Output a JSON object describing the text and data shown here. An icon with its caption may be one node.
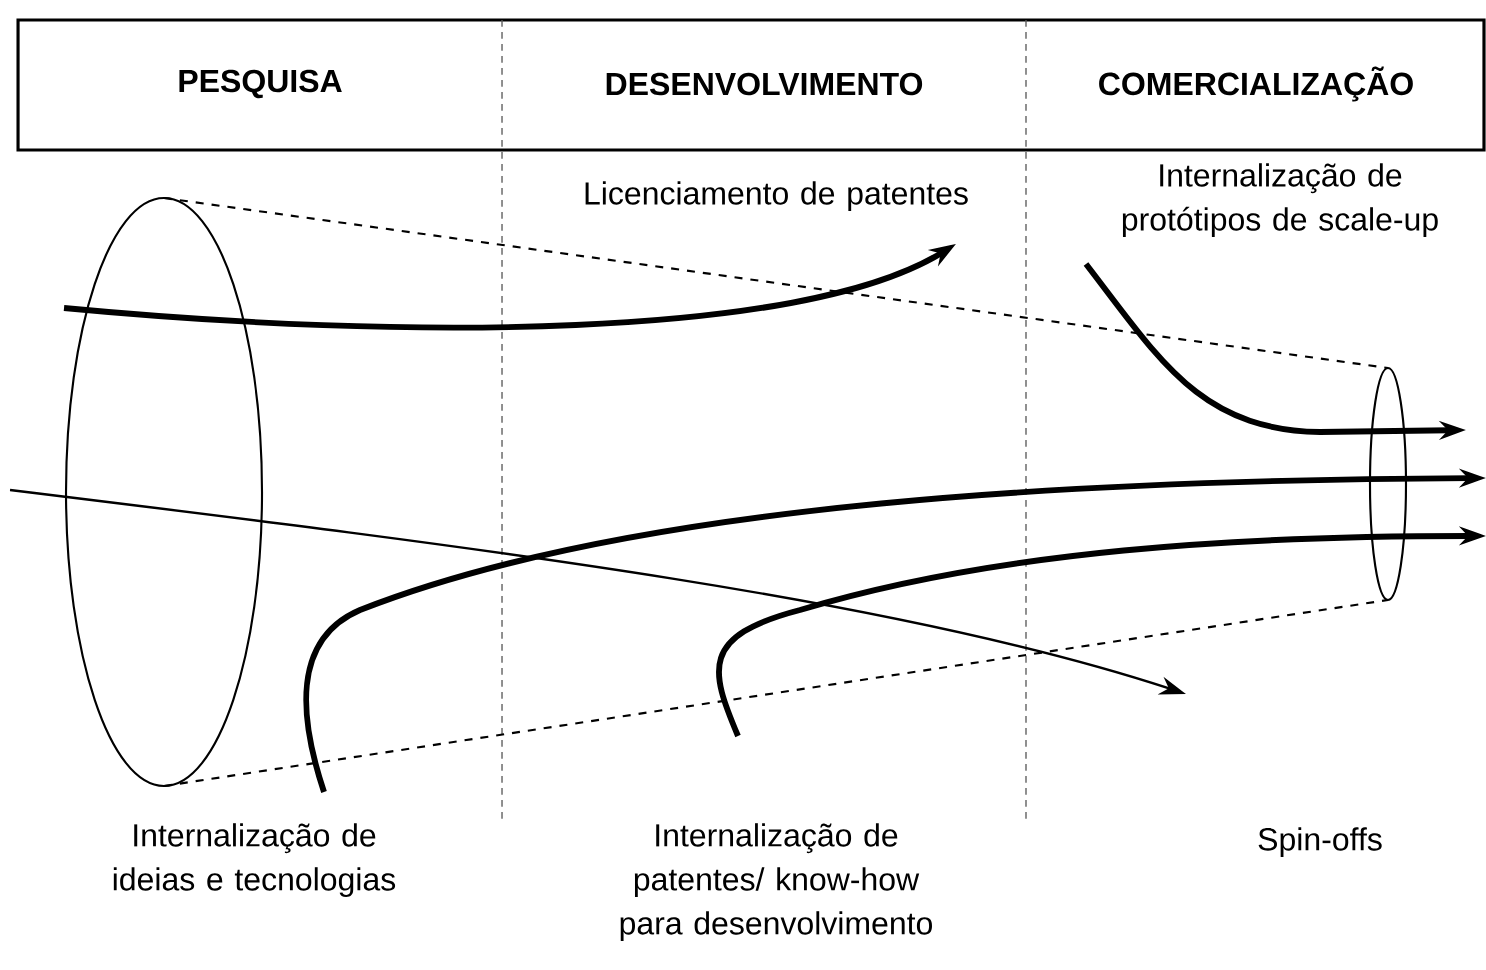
{
  "diagram": {
    "nodes": [
      {
        "text": [
          "PESQUISA"
        ]
      },
      {
        "text": [
          "DESENVOLVIMENTO"
        ]
      },
      {
        "text": [
          "COMERCIALIZAÇÃO"
        ]
      }
    ],
    "labels": [
      "Licenciamento de patentes",
      "Internalização de protótipos de scale-up",
      "Internalização de ideias e tecnologias",
      "Internalização de patentes/ know-how para desenvolvimento",
      "Spin-offs"
    ]
  }
}
